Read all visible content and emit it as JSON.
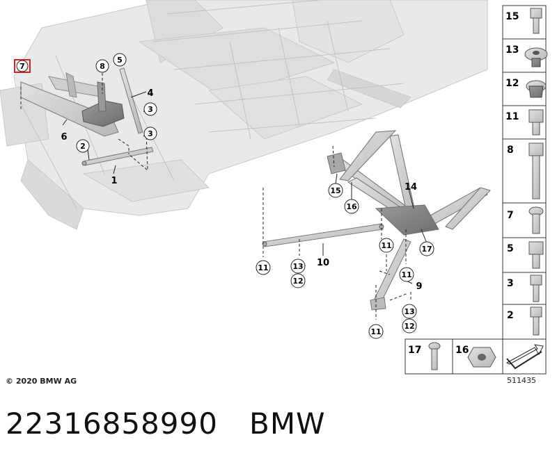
{
  "diagram": {
    "callouts": {
      "c7": "7",
      "c8": "8",
      "c5": "5",
      "c4": "4",
      "c3a": "3",
      "c3b": "3",
      "c6": "6",
      "c2": "2",
      "c1": "1",
      "c15": "15",
      "c16": "16",
      "c14": "14",
      "c17": "17",
      "c11a": "11",
      "c11b": "11",
      "c11c": "11",
      "c11d": "11",
      "c13a": "13",
      "c12a": "12",
      "c10": "10",
      "c9": "9",
      "c13b": "13",
      "c12b": "12"
    },
    "legend": {
      "n15": "15",
      "n13": "13",
      "n12": "12",
      "n11": "11",
      "n8": "8",
      "n7": "7",
      "n5": "5",
      "n3": "3",
      "n2": "2",
      "n17": "17",
      "n16": "16"
    },
    "highlight_color": "#d62020"
  },
  "footer": {
    "copyright": "© 2020 BMW AG",
    "ref_code": "511435"
  },
  "title": {
    "part_number": "22316858990",
    "brand": "BMW"
  }
}
